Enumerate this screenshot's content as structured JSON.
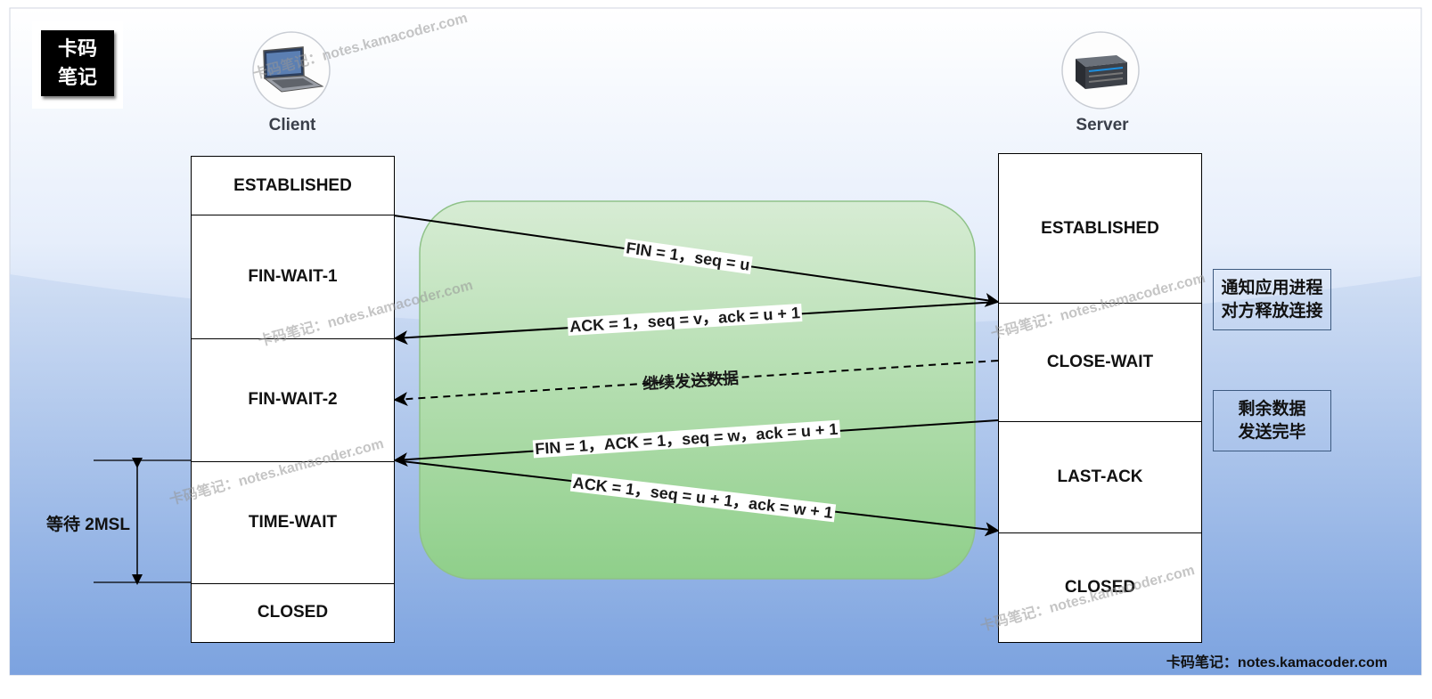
{
  "logo": {
    "line1": "卡码",
    "line2": "笔记"
  },
  "client": {
    "label": "Client",
    "icon": "laptop-icon",
    "states": [
      "ESTABLISHED",
      "FIN-WAIT-1",
      "FIN-WAIT-2",
      "TIME-WAIT",
      "CLOSED"
    ]
  },
  "server": {
    "label": "Server",
    "icon": "server-icon",
    "states": [
      "ESTABLISHED",
      "CLOSE-WAIT",
      "LAST-ACK",
      "CLOSED"
    ]
  },
  "messages": {
    "fin1": "FIN = 1，seq = u",
    "ack1": "ACK = 1，seq = v，ack = u + 1",
    "data": "继续发送数据",
    "fin2": "FIN = 1，ACK = 1，seq = w，ack = u + 1",
    "ack2": "ACK = 1，seq = u + 1，ack = w + 1"
  },
  "notes": {
    "notify": "通知应用进程\n对方释放连接",
    "remaining": "剩余数据\n发送完毕"
  },
  "wait_label": "等待 2MSL",
  "watermark": "卡码笔记：notes.kamacoder.com",
  "footer": "卡码笔记：notes.kamacoder.com",
  "colors": {
    "background_top": "#ffffff",
    "background_bottom": "#7fa6e0",
    "green_panel": "#a5d6a1",
    "note_border": "#3d5a80"
  }
}
